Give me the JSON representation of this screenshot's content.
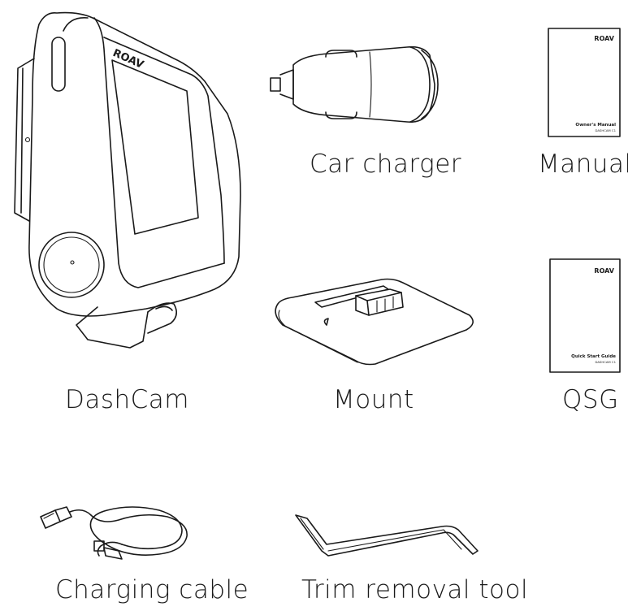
{
  "items": {
    "dashcam": {
      "label": "DashCam",
      "icon": "dashcam-icon",
      "brand": "ROAV"
    },
    "car_charger": {
      "label": "Car charger",
      "icon": "car-charger-icon"
    },
    "manual": {
      "label": "Manual",
      "icon": "manual-booklet-icon",
      "brand": "ROAV",
      "title": "Owner's Manual",
      "subtitle": "DASHCAM C1"
    },
    "mount": {
      "label": "Mount",
      "icon": "mount-icon"
    },
    "qsg": {
      "label": "QSG",
      "icon": "qsg-booklet-icon",
      "brand": "ROAV",
      "title": "Quick Start Guide",
      "subtitle": "DASHCAM C1"
    },
    "charging_cable": {
      "label": "Charging cable",
      "icon": "charging-cable-icon"
    },
    "trim_tool": {
      "label": "Trim removal tool",
      "icon": "trim-removal-tool-icon"
    }
  },
  "colors": {
    "line": "#1a1a1a",
    "background": "#ffffff"
  }
}
